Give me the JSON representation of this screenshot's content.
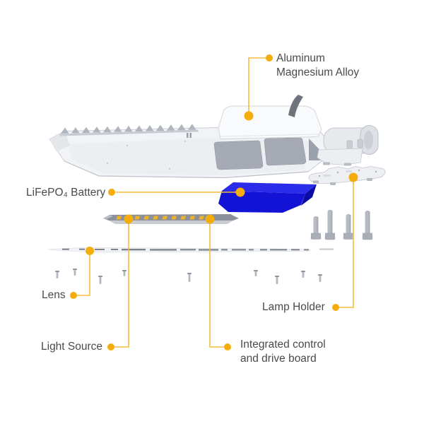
{
  "colors": {
    "background": "#FFFFFF",
    "accent_dot": "#F5AD0E",
    "callout_line": "#F4BC3F",
    "label_text": "#4A4A4A",
    "battery_top": "#2B2BEA",
    "battery_front": "#1313D6",
    "battery_side": "#0B0BA6",
    "led_gold": "#EFB32A"
  },
  "labels": {
    "aluminum": {
      "line1": "Aluminum",
      "line2": "Magnesium Alloy"
    },
    "battery": {
      "text": "LiFePO₄ Battery"
    },
    "lens": {
      "text": "Lens"
    },
    "light_source": {
      "text": "Light Source"
    },
    "driver": {
      "line1": "Integrated control",
      "line2": "and drive board"
    },
    "lamp_holder": {
      "text": "Lamp Holder"
    }
  }
}
